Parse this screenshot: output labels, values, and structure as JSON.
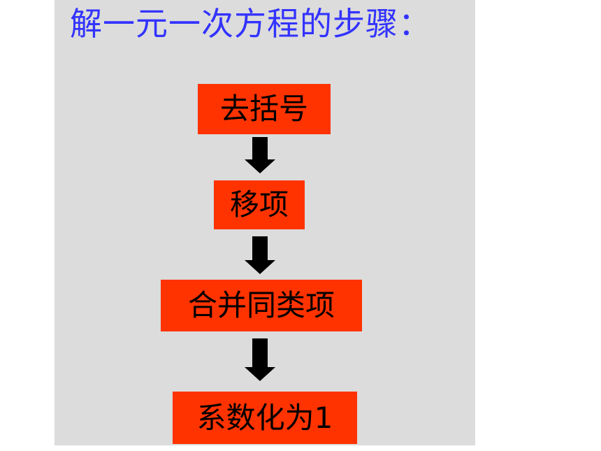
{
  "title": "解一元一次方程的步骤：",
  "steps": [
    {
      "label": "去括号"
    },
    {
      "label": "移项"
    },
    {
      "label": "合并同类项"
    },
    {
      "label": "系数化为1"
    }
  ],
  "colors": {
    "panel_background": "#dcdcdc",
    "title_text": "#3333ff",
    "step_box": "#ff3300",
    "step_text": "#000000",
    "arrow": "#000000"
  }
}
